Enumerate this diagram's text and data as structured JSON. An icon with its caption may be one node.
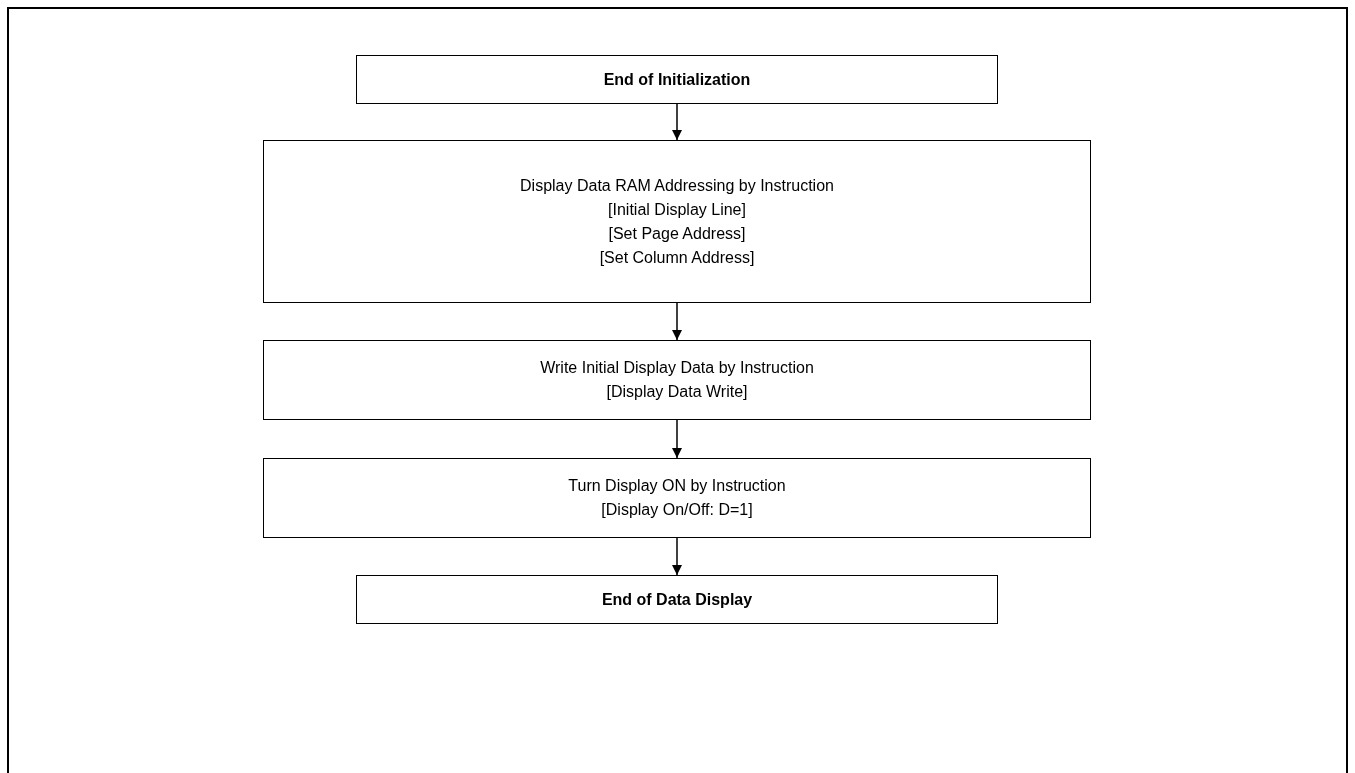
{
  "diagram": {
    "nodes": [
      {
        "text": [
          "End of Initialization"
        ]
      },
      {
        "text": [
          "Display Data RAM Addressing by Instruction",
          "[Initial Display Line]",
          "[Set Page Address]",
          "[Set Column Address]"
        ]
      },
      {
        "text": [
          "Write Initial Display Data by Instruction",
          "[Display Data Write]"
        ]
      },
      {
        "text": [
          "Turn Display ON by Instruction",
          "[Display On/Off: D=1]"
        ]
      },
      {
        "text": [
          "End of Data Display"
        ]
      }
    ],
    "edges": [
      {
        "from": 0,
        "to": 1,
        "arrow": "to"
      },
      {
        "from": 1,
        "to": 2,
        "arrow": "to"
      },
      {
        "from": 2,
        "to": 3,
        "arrow": "to"
      },
      {
        "from": 3,
        "to": 4,
        "arrow": "to"
      }
    ]
  }
}
